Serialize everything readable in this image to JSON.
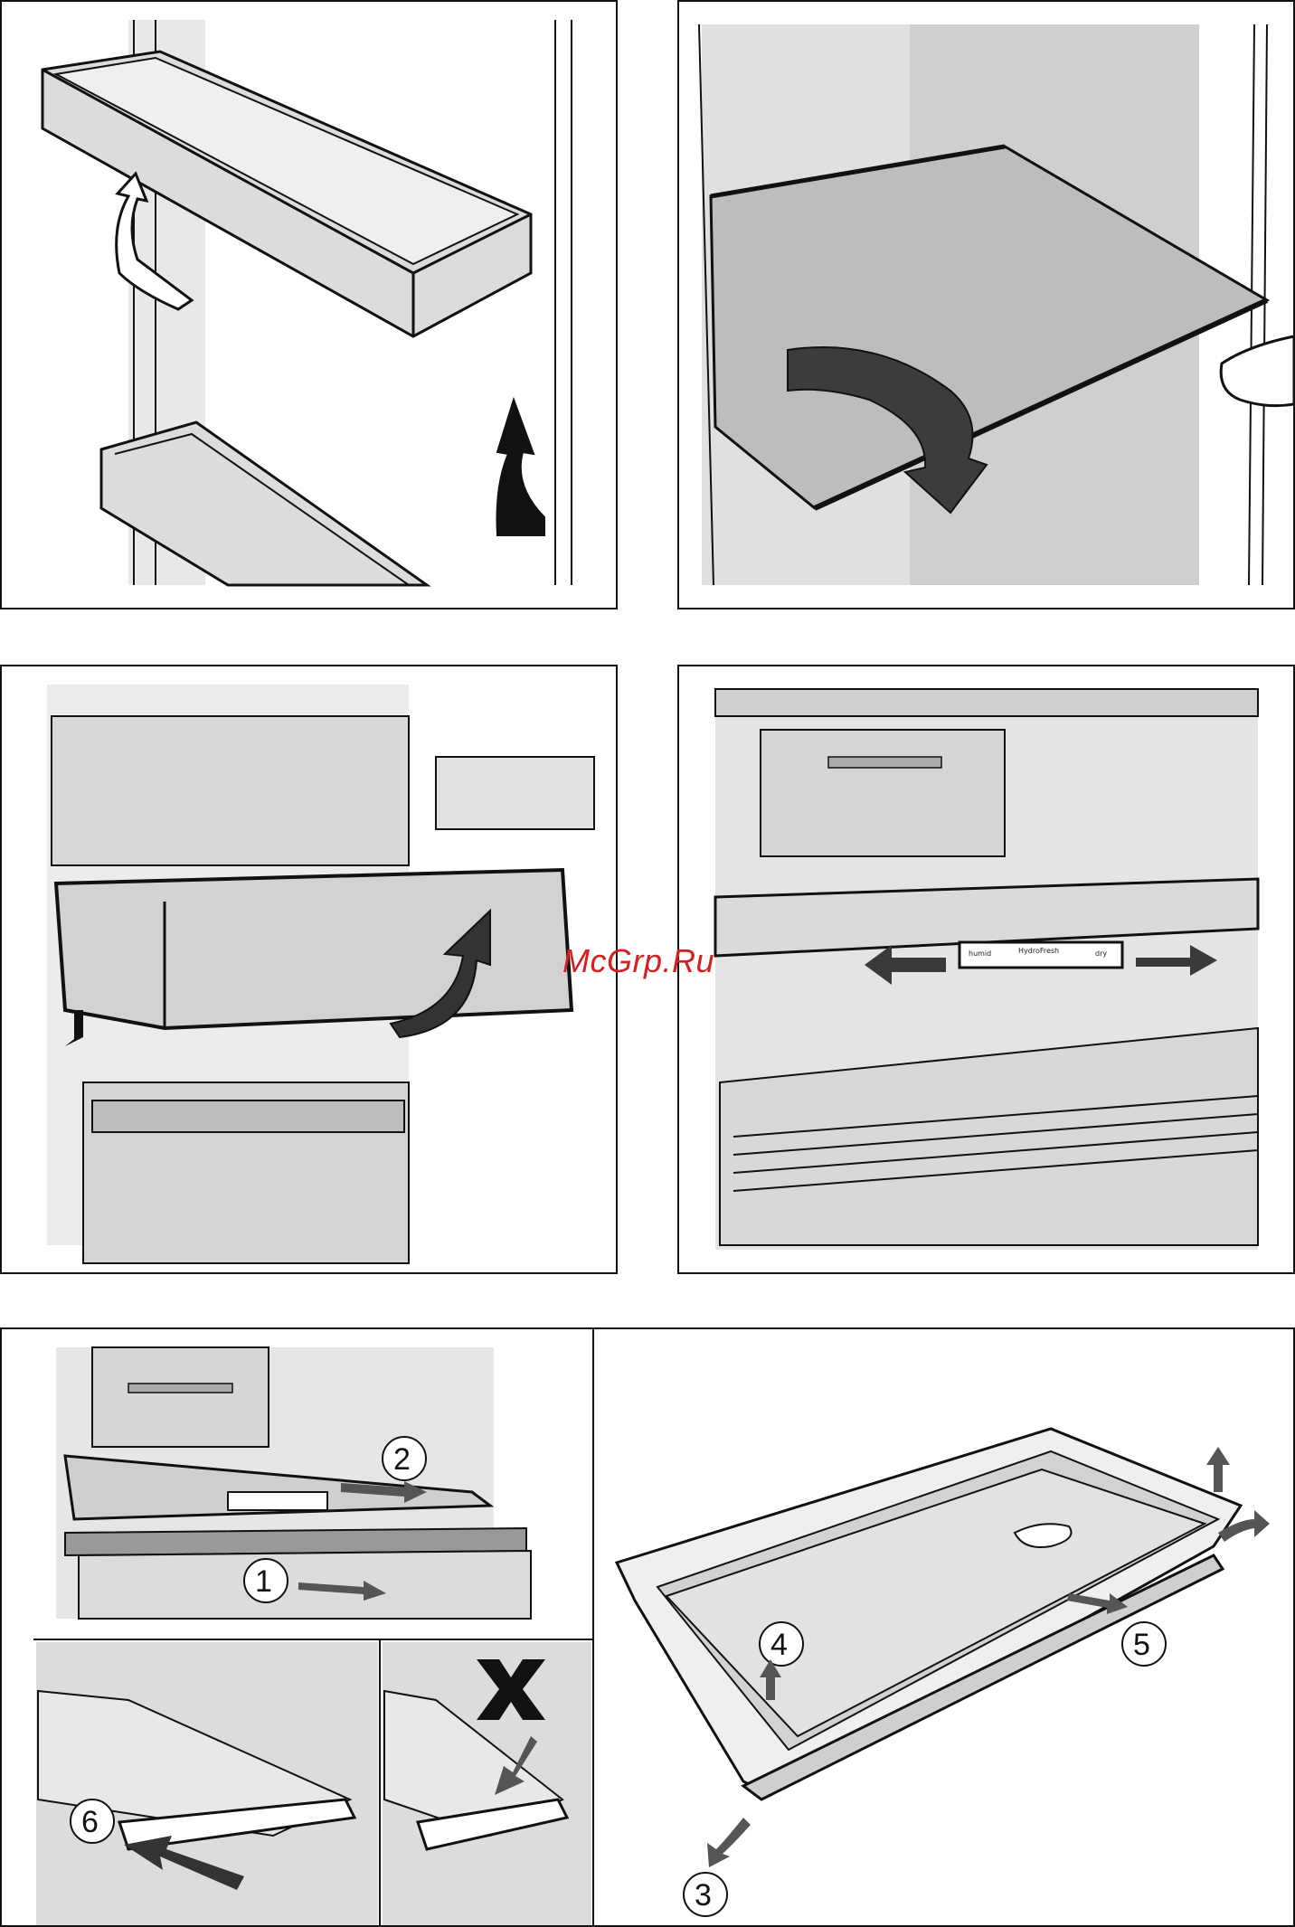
{
  "watermark": "McGrp.Ru",
  "control_labels": {
    "left": "humid",
    "right": "dry",
    "center": "HydroFresh"
  },
  "steps": {
    "s1": "1",
    "s2": "2",
    "s3": "3",
    "s4": "4",
    "s5": "5",
    "s6": "6"
  },
  "colors": {
    "outline": "#111111",
    "wall_gray": "#e2e2e2",
    "panel_gray": "#cfcfcf",
    "arrow_dark": "#4a4a4a"
  },
  "icons": {
    "wrong": "cross-icon"
  }
}
